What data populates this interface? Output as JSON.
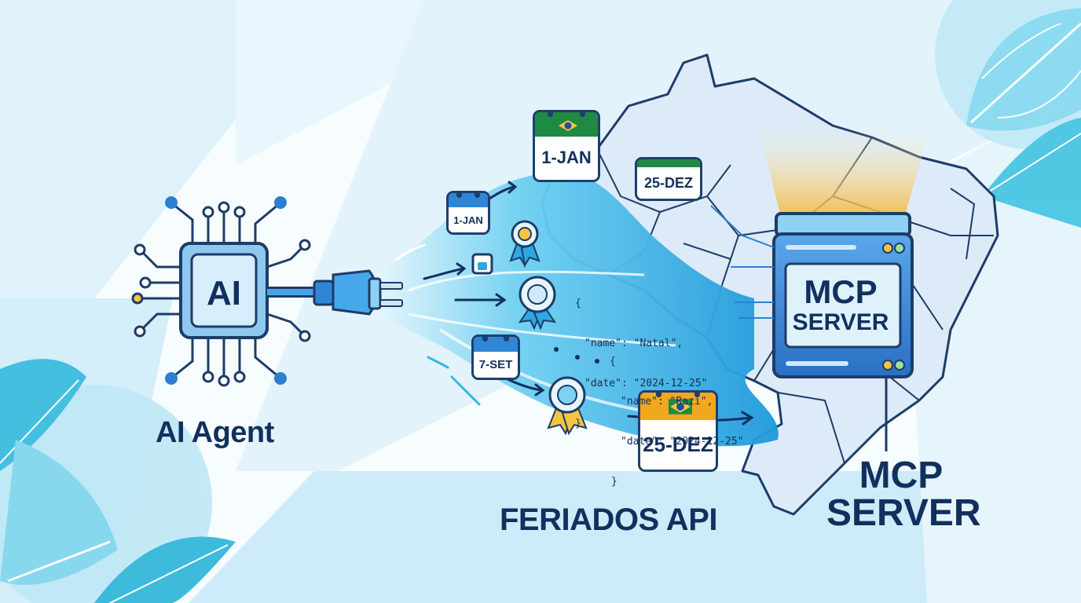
{
  "labels": {
    "agent": "AI Agent",
    "api": "FERIADOS API",
    "mcp_line1": "MCP",
    "mcp_line2": "SERVER"
  },
  "ai_chip": {
    "text": "AI"
  },
  "server_screen": {
    "line1": "MCP",
    "line2": "SERVER"
  },
  "calendars": [
    {
      "text": "1-JAN"
    },
    {
      "text": "25-DEZ"
    },
    {
      "text": "1-JAN"
    },
    {
      "text": "7-SET"
    },
    {
      "text": "25-DEZ"
    }
  ],
  "json_snippets": [
    {
      "line1": "{",
      "line2": "\"name\": \"Natal\",",
      "line3": "\"date\": \"2024-12-25\"",
      "line4": "}"
    },
    {
      "line1": "{",
      "line2": "\"name\": \"Razi\",",
      "line3": "\"date\": \"2024-12-25\"",
      "line4": "}"
    }
  ],
  "colors": {
    "navy": "#12305e",
    "stream": "#29a9e0",
    "map": "#dcebf7",
    "green": "#1f8a44",
    "amber": "#f2a81d",
    "server": "#2f7fd0"
  }
}
